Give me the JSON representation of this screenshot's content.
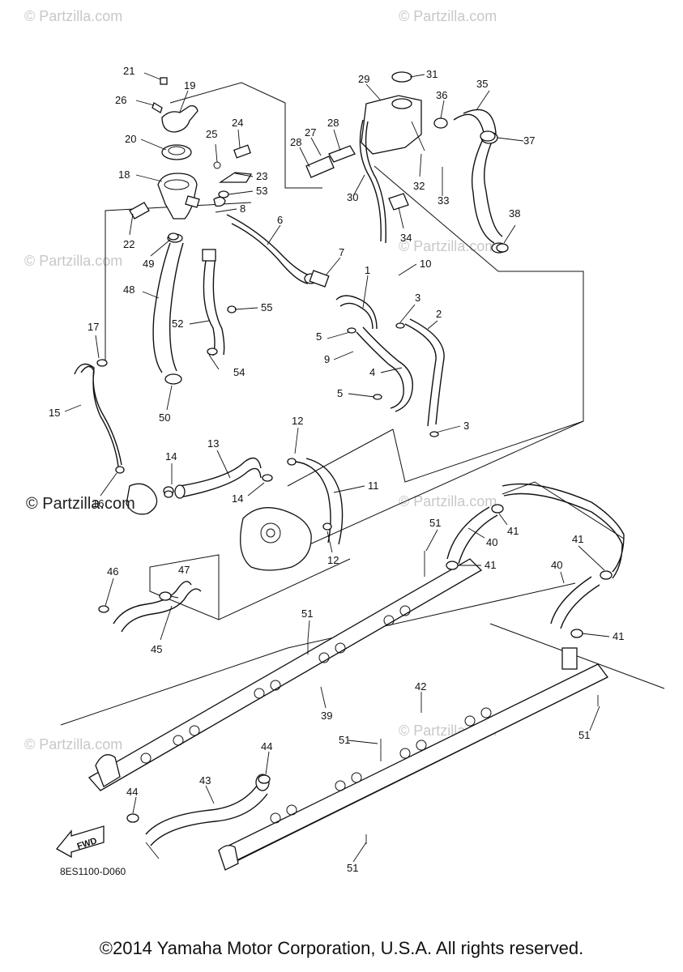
{
  "watermarks": {
    "small": "© Partzilla.com",
    "main": "© Partzilla.com"
  },
  "diagram_code": "8ES1100-D060",
  "fwd_label": "FWD",
  "copyright": "©2014 Yamaha Motor Corporation, U.S.A. All rights reserved.",
  "callouts": {
    "n1": "1",
    "n2": "2",
    "n3": "3",
    "n4": "4",
    "n5": "5",
    "n6": "6",
    "n7": "7",
    "n8": "8",
    "n9": "9",
    "n10": "10",
    "n11": "11",
    "n12": "12",
    "n13": "13",
    "n14": "14",
    "n15": "15",
    "n16": "16",
    "n17": "17",
    "n18": "18",
    "n19": "19",
    "n20": "20",
    "n21": "21",
    "n22": "22",
    "n23": "23",
    "n24": "24",
    "n25": "25",
    "n26": "26",
    "n27": "27",
    "n28": "28",
    "n29": "29",
    "n30": "30",
    "n31": "31",
    "n32": "32",
    "n33": "33",
    "n34": "34",
    "n35": "35",
    "n36": "36",
    "n37": "37",
    "n38": "38",
    "n39": "39",
    "n40": "40",
    "n41": "41",
    "n42": "42",
    "n43": "43",
    "n44": "44",
    "n45": "45",
    "n46": "46",
    "n47": "47",
    "n48": "48",
    "n49": "49",
    "n50": "50",
    "n51": "51",
    "n52": "52",
    "n53": "53",
    "n54": "54",
    "n55": "55"
  }
}
